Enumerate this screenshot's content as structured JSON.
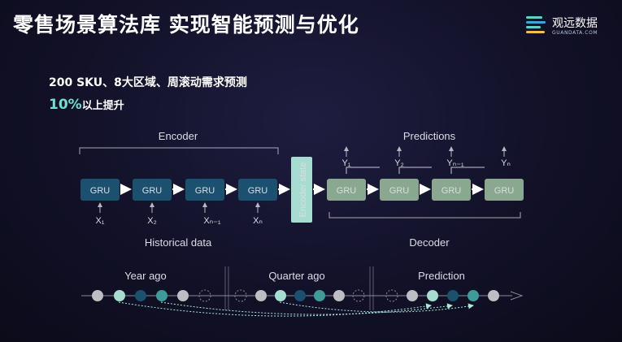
{
  "title": "零售场景算法库 实现智能预测与优化",
  "brand": {
    "name": "观远数据",
    "domain": "GUANDATA.COM"
  },
  "subtitle_line1": "200 SKU、8大区域、周滚动需求预测",
  "subtitle_line2": {
    "percent": "10%",
    "rest": "以上提升"
  },
  "encoder": {
    "label": "Encoder",
    "cell_label": "GRU",
    "inputs": [
      "X₁",
      "X₂",
      "Xₙ₋₁",
      "Xₙ"
    ],
    "input_caption": "Historical data"
  },
  "encoder_state_label": "Encoder state",
  "decoder": {
    "label": "Decoder",
    "cell_label": "GRU",
    "outputs": [
      "Y₁",
      "Y₂",
      "Yₙ₋₁",
      "Yₙ"
    ],
    "output_caption": "Predictions"
  },
  "timeline": {
    "sections": [
      "Year ago",
      "Quarter ago",
      "Prediction"
    ]
  },
  "colors": {
    "encoder_gru": "#1b506e",
    "decoder_gru": "#8aa890",
    "encoder_state": "#a7ddd0",
    "teal_accent": "#6ee0d2"
  }
}
